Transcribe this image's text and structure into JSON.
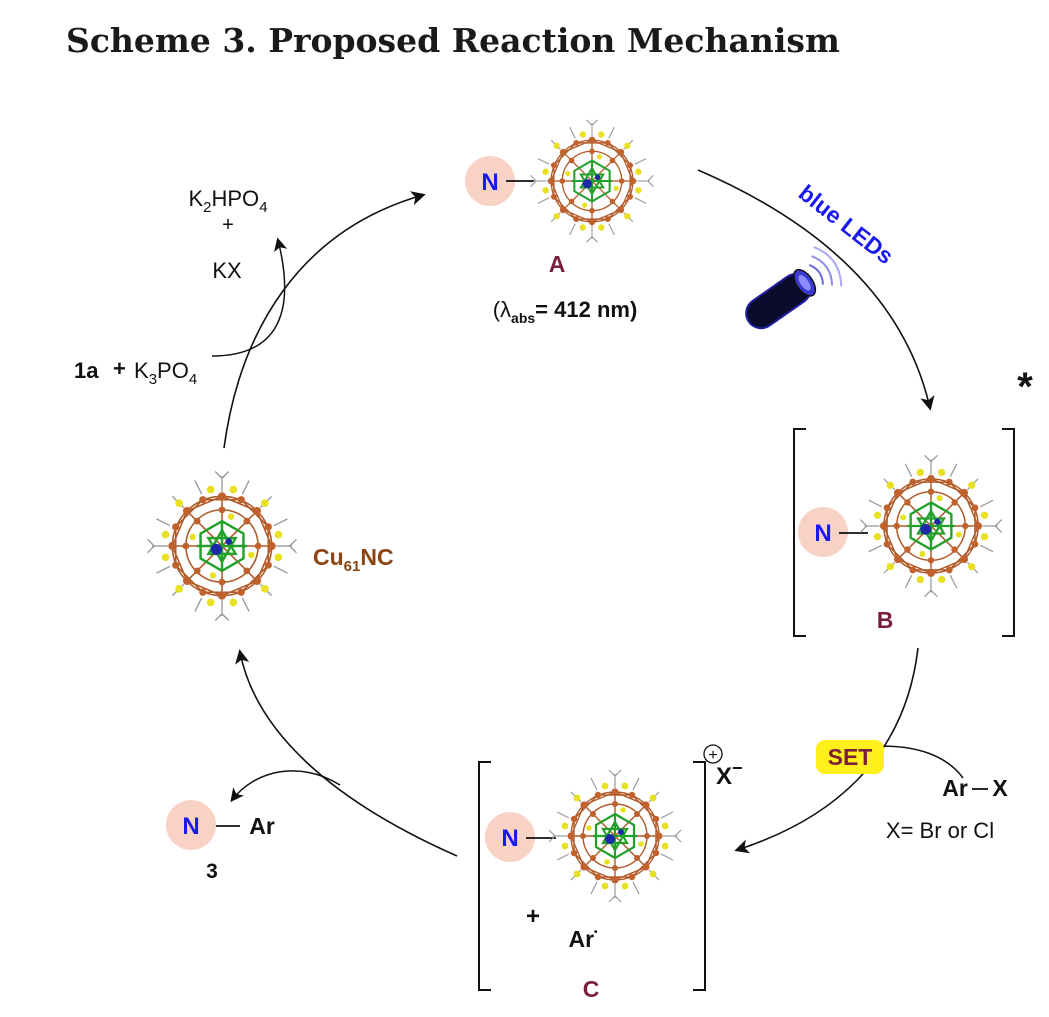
{
  "title": "Scheme 3. Proposed Reaction Mechanism",
  "colors": {
    "nitrogen_blue": "#1a1aee",
    "circle_pink": "#f8d3c5",
    "label_maroon": "#7a1f3d",
    "cluster_brown": "#8b4513",
    "copper": "#c0622d",
    "sulfur": "#e8e020",
    "core_green": "#2aa02a",
    "set_yellow": "#ffef1a",
    "blue_leds": "#1a1aee"
  },
  "species": {
    "a": {
      "label": "A",
      "n_label": "N",
      "absorbance_prefix": "(λ",
      "absorbance_sub": "abs",
      "absorbance_value": "= 412 nm)"
    },
    "b": {
      "label": "B",
      "n_label": "N",
      "excited_mark": "*"
    },
    "c": {
      "label": "C",
      "n_label": "N",
      "charge": "+",
      "counter_ion": "X",
      "counter_ion_charge": "−",
      "plus": "+",
      "radical_text": "Ar",
      "radical_dot": "•"
    },
    "cluster": {
      "label_main": "Cu",
      "label_sub": "61",
      "label_end": "NC"
    },
    "product": {
      "n_label": "N",
      "bond_text": "Ar",
      "number": "3"
    }
  },
  "reagents": {
    "byproduct_1_main": "K",
    "byproduct_1_sub": "2",
    "byproduct_1_end": "HPO",
    "byproduct_1_sub2": "4",
    "byproduct_plus": "+",
    "byproduct_2": "KX",
    "substrate_1": "1a",
    "substrate_plus": "+",
    "substrate_2_main": "K",
    "substrate_2_sub": "3",
    "substrate_2_end": "PO",
    "substrate_2_sub2": "4"
  },
  "steps": {
    "light": "blue LEDs",
    "set": "SET",
    "aryl_halide_ar": "Ar",
    "aryl_halide_x": "X",
    "halide_note": "X= Br or Cl"
  }
}
